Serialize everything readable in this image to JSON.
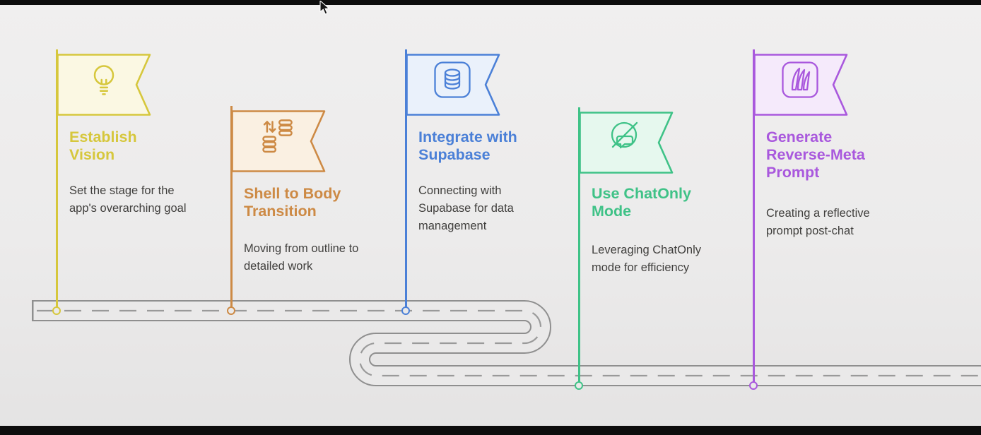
{
  "page": {
    "background": "#ECEBEB",
    "letterbox_color": "#0d0d0d"
  },
  "road": {
    "edge_color": "#8f8f8f",
    "surface_color": "#eae9e9",
    "dash_color": "#9a9a9a"
  },
  "cursor": {
    "icon": "mouse-cursor"
  },
  "milestones": [
    {
      "id": "establish-vision",
      "title": "Establish Vision",
      "description": "Set the stage for the app's overarching goal",
      "color": "#d6c73c",
      "tint": "#fbf8e3",
      "icon": "lightbulb-icon"
    },
    {
      "id": "shell-to-body-transition",
      "title": "Shell to Body Transition",
      "description": "Moving from outline to detailed work",
      "color": "#cd8a45",
      "tint": "#faf0e2",
      "icon": "data-transfer-icon"
    },
    {
      "id": "integrate-with-supabase",
      "title": "Integrate with Supabase",
      "description": "Connecting with Supabase for data management",
      "color": "#4b80d7",
      "tint": "#eaf1fb",
      "icon": "database-icon"
    },
    {
      "id": "use-chatonly-mode",
      "title": "Use ChatOnly Mode",
      "description": "Leveraging ChatOnly mode for efficiency",
      "color": "#3fc287",
      "tint": "#e6f8ee",
      "icon": "chat-disabled-icon"
    },
    {
      "id": "generate-reverse-meta-prompt",
      "title": "Generate Reverse-Meta Prompt",
      "description": "Creating a reflective prompt post-chat",
      "color": "#a958dd",
      "tint": "#f5eafb",
      "icon": "reverse-meta-icon"
    }
  ]
}
